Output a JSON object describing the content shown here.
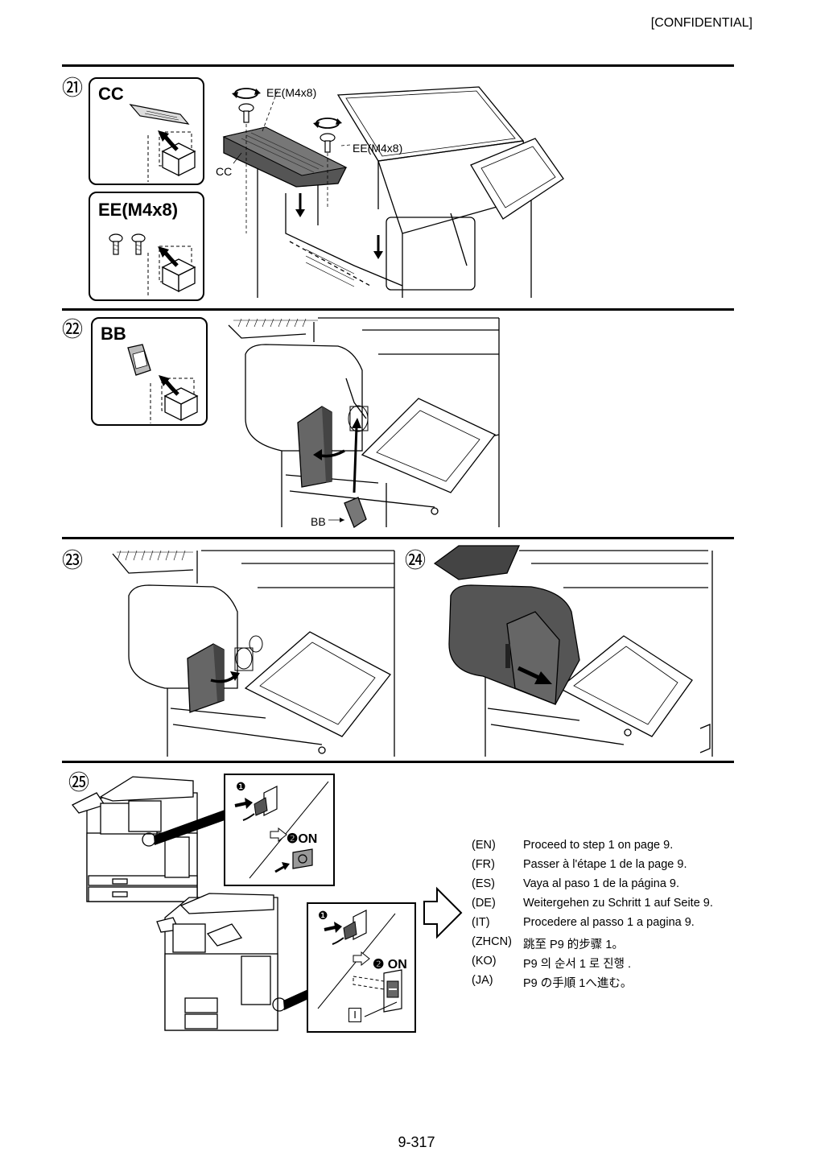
{
  "header": {
    "confidential": "[CONFIDENTIAL]"
  },
  "steps": {
    "s21": {
      "number": "㉑",
      "kit1": "CC",
      "kit2": "EE(M4x8)",
      "screw_label_1": "EE(M4x8)",
      "screw_label_2": "EE(M4x8)",
      "part_label": "CC"
    },
    "s22": {
      "number": "㉒",
      "kit": "BB",
      "part_label": "BB"
    },
    "s23": {
      "number": "㉓"
    },
    "s24": {
      "number": "㉔"
    },
    "s25": {
      "number": "㉕",
      "panel1_step1": "❶",
      "panel1_step2": "❷ON",
      "panel2_step1": "❶",
      "panel2_step2": "❷ ON",
      "switch_symbol": "I"
    }
  },
  "instructions": [
    {
      "code": "(EN)",
      "text": "Proceed to step 1 on page 9."
    },
    {
      "code": "(FR)",
      "text": "Passer à l'étape 1 de la page 9."
    },
    {
      "code": "(ES)",
      "text": "Vaya al paso 1 de la página 9."
    },
    {
      "code": "(DE)",
      "text": "Weitergehen zu Schritt 1 auf Seite 9."
    },
    {
      "code": "(IT)",
      "text": "Procedere al passo 1 a pagina 9."
    },
    {
      "code": "(ZHCN)",
      "text": "跳至 P9 的步骤 1。"
    },
    {
      "code": "(KO)",
      "text": "P9 의 순서 1 로 진행 ."
    },
    {
      "code": "(JA)",
      "text": "P9 の手順 1へ進む。"
    }
  ],
  "footer": {
    "page_number": "9-317"
  }
}
